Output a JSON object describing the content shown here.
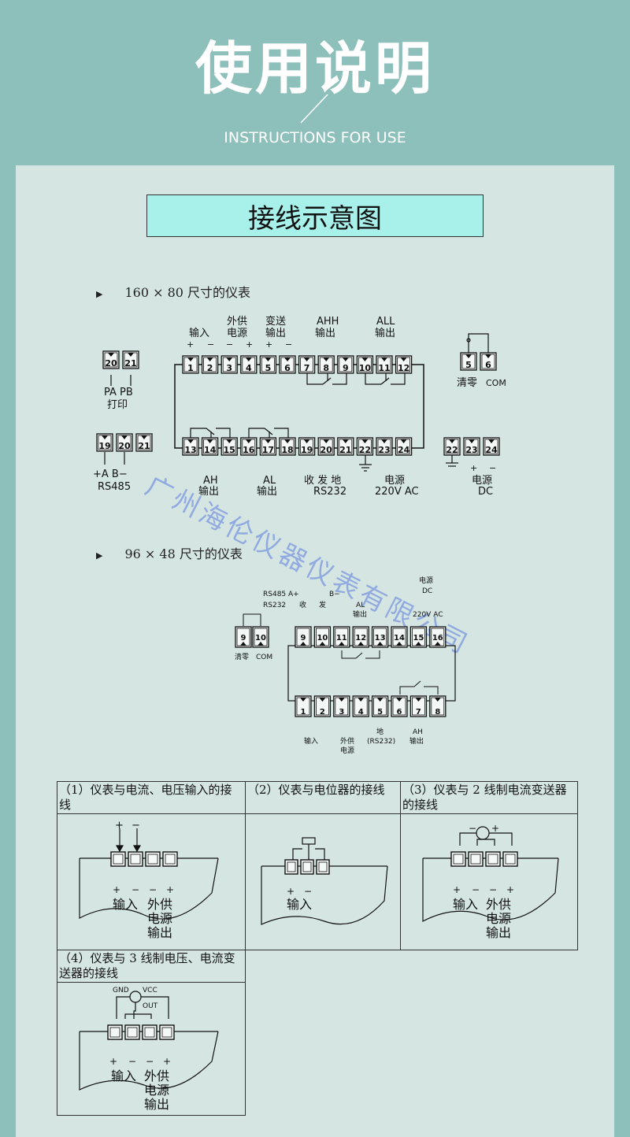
{
  "header": {
    "title": "使用说明",
    "subtitle": "INSTRUCTIONS FOR USE"
  },
  "section_title": "接线示意图",
  "diagram1": {
    "heading": "160 × 80 尺寸的仪表",
    "top_labels": {
      "input": "输入",
      "ext_power_1": "外供",
      "ext_power_2": "电源",
      "transmit_1": "变送",
      "transmit_2": "输出",
      "ahh_1": "AHH",
      "ahh_2": "输出",
      "all_1": "ALL",
      "all_2": "输出"
    },
    "top_terminals": [
      "1",
      "2",
      "3",
      "4",
      "5",
      "6",
      "7",
      "8",
      "9",
      "10",
      "11",
      "12"
    ],
    "bottom_terminals": [
      "13",
      "14",
      "15",
      "16",
      "17",
      "18",
      "19",
      "20",
      "21",
      "22",
      "23",
      "24"
    ],
    "bottom_labels": {
      "ah_1": "AH",
      "ah_2": "输出",
      "al_1": "AL",
      "al_2": "输出",
      "rs232_1": "收 发 地",
      "rs232_2": "RS232",
      "power_1": "电源",
      "power_2": "220V AC"
    },
    "print_terminals": [
      "20",
      "21"
    ],
    "print_labels": {
      "pa_pb": "PA  PB",
      "print": "打印"
    },
    "rs485_terminals": [
      "19",
      "20",
      "21"
    ],
    "rs485_labels": {
      "ab": "+A  B−",
      "name": "RS485"
    },
    "clear_terminals": [
      "5",
      "6"
    ],
    "clear_labels": {
      "clear": "清零",
      "com": "COM"
    },
    "dc_terminals": [
      "22",
      "23",
      "24"
    ],
    "dc_labels": {
      "power": "电源",
      "dc": "DC"
    },
    "signs": {
      "plus": "+",
      "minus": "−"
    }
  },
  "watermark": "广州海伦仪器仪表有限公司",
  "diagram2": {
    "heading": "96 × 48 尺寸的仪表",
    "top_terminals": [
      "9",
      "10",
      "11",
      "12",
      "13",
      "14",
      "15",
      "16"
    ],
    "bottom_terminals": [
      "1",
      "2",
      "3",
      "4",
      "5",
      "6",
      "7",
      "8"
    ],
    "clear_terminals": [
      "9",
      "10"
    ],
    "labels": {
      "rs485": "RS485 A+",
      "rs232": "RS232",
      "b_minus": "B−",
      "recv": "收",
      "send": "发",
      "al_1": "AL",
      "al_2": "输出",
      "power_dc_1": "电源",
      "power_dc_2": "DC",
      "ac": "220V AC",
      "clear": "清零",
      "com": "COM",
      "input": "输入",
      "ext_1": "外供",
      "ext_2": "电源",
      "ground": "地",
      "ground_rs": "(RS232)",
      "ah_1": "AH",
      "ah_2": "输出"
    }
  },
  "wiring": {
    "cell1": {
      "caption": "（1）仪表与电流、电压输入的接线",
      "input": "输入",
      "ext_1": "外供",
      "ext_2": "电源",
      "ext_3": "输出"
    },
    "cell2": {
      "caption": "（2）仪表与电位器的接线",
      "input": "输入"
    },
    "cell3": {
      "caption": "（3）仪表与 2 线制电流变送器的接线",
      "input": "输入",
      "ext_1": "外供",
      "ext_2": "电源",
      "ext_3": "输出"
    },
    "cell4": {
      "caption": "（4）仪表与 3 线制电压、电流变送器的接线",
      "gnd": "GND",
      "vcc": "VCC",
      "out": "OUT",
      "input": "输入",
      "ext_1": "外供",
      "ext_2": "电源",
      "ext_3": "输出"
    }
  }
}
